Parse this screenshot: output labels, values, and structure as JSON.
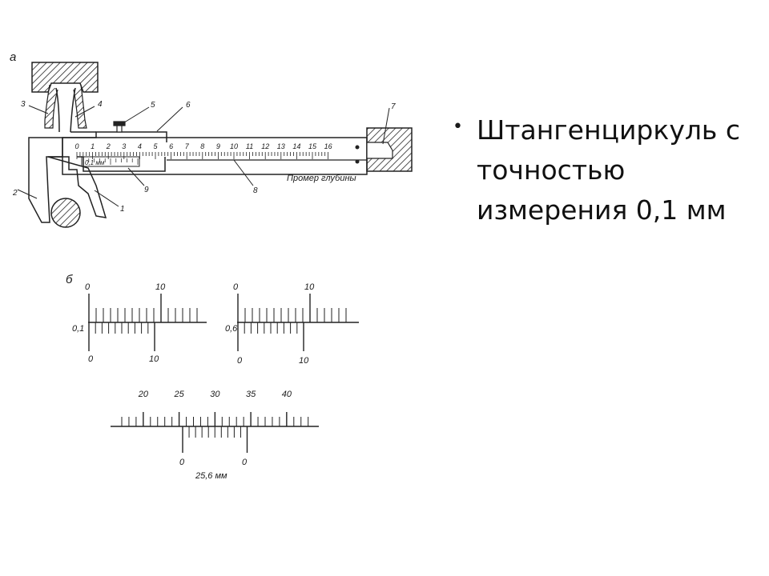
{
  "slide": {
    "bullet_symbol": "•",
    "bullet_lines": [
      "Штангенциркуль с",
      "точностью",
      "измерения 0,1 мм"
    ]
  },
  "figure_a": {
    "label": "а",
    "callouts": [
      "1",
      "2",
      "3",
      "4",
      "5",
      "6",
      "7",
      "8",
      "9"
    ],
    "bar_numbers": [
      "0",
      "1",
      "2",
      "3",
      "4",
      "5",
      "6",
      "7",
      "8",
      "9",
      "10",
      "11",
      "12",
      "13",
      "14",
      "15",
      "16"
    ],
    "vernier_label": "0,1 мм",
    "depth_label": "Промер глубины"
  },
  "figure_b": {
    "label": "б",
    "scale1": {
      "top_left": "0",
      "top_right": "10",
      "side": "0,1",
      "bottom_left": "0",
      "bottom_right": "10"
    },
    "scale2": {
      "top_left": "0",
      "top_right": "10",
      "side": "0,6",
      "bottom_left": "0",
      "bottom_right": "10"
    },
    "scale3": {
      "top": [
        "20",
        "25",
        "30",
        "35",
        "40"
      ],
      "bottom_left": "0",
      "bottom_right": "0",
      "caption": "25,6 мм"
    }
  }
}
